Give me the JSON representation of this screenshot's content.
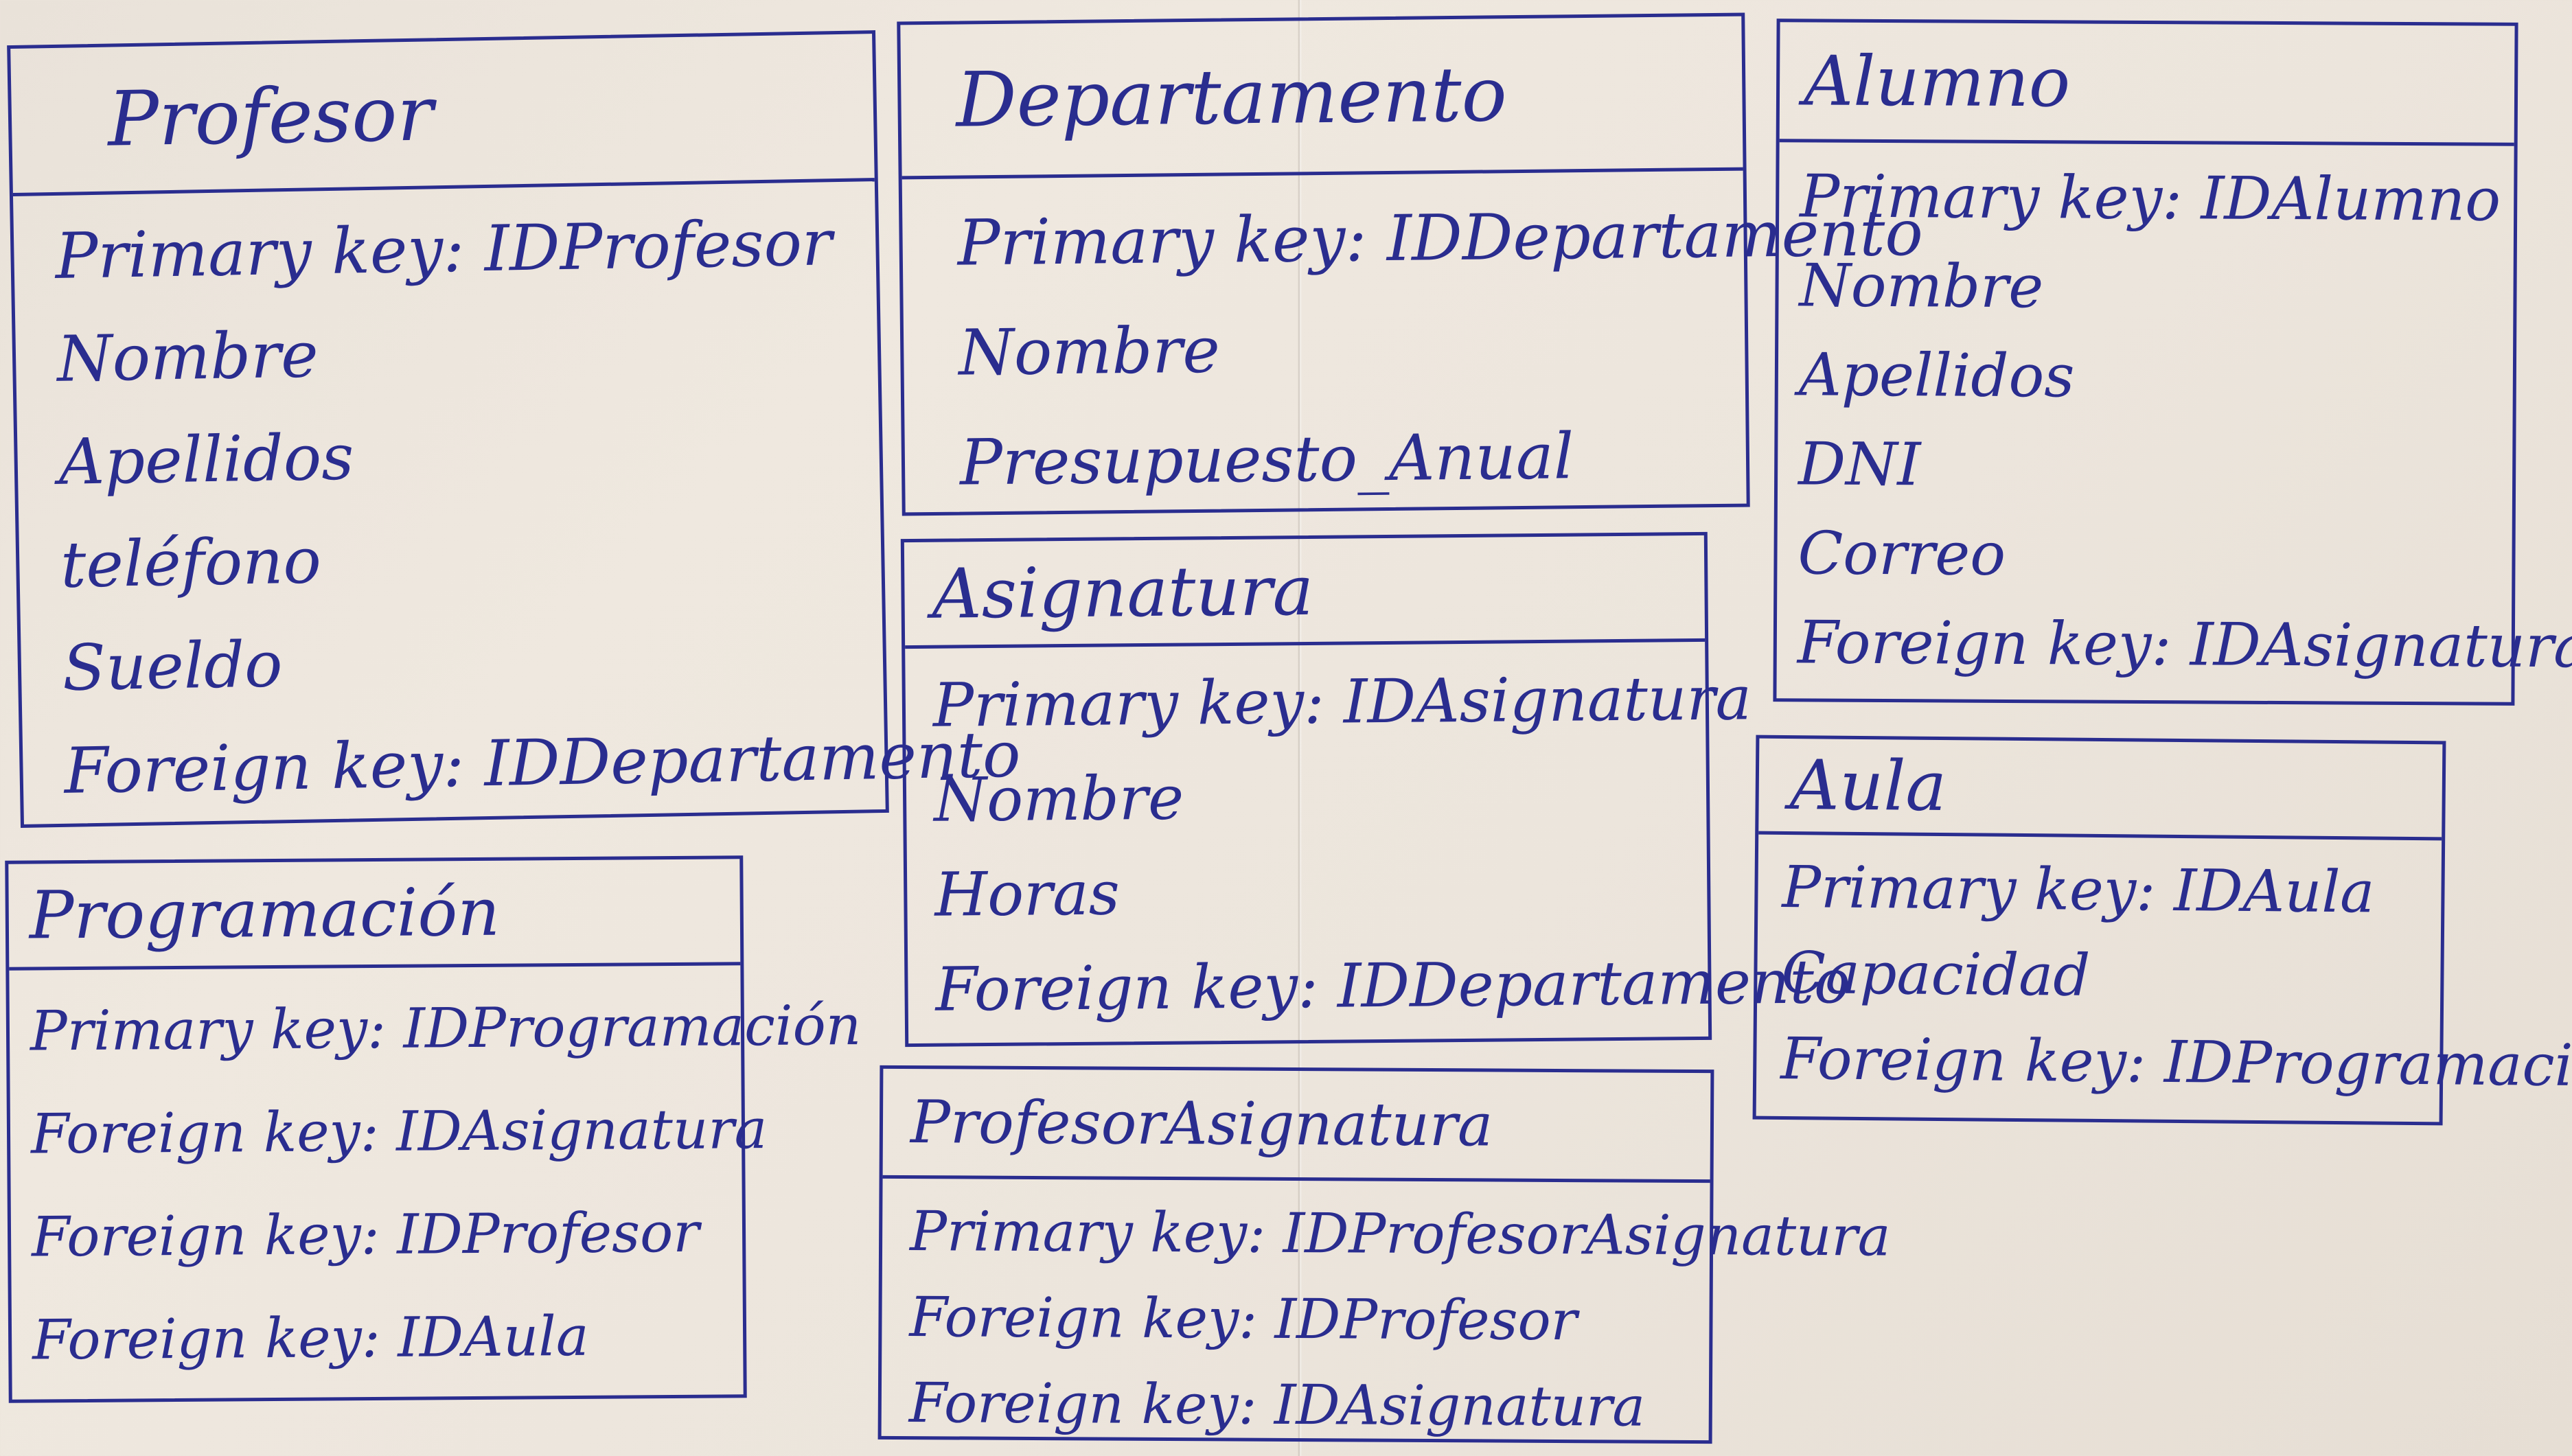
{
  "entities": {
    "profesor": {
      "name": "Profesor",
      "fields": [
        "Primary key: IDProfesor",
        "Nombre",
        "Apellidos",
        "teléfono",
        "Sueldo",
        "Foreign key: IDDepartamento"
      ]
    },
    "departamento": {
      "name": "Departamento",
      "fields": [
        "Primary key: IDDepartamento",
        "Nombre",
        "Presupuesto_Anual"
      ]
    },
    "alumno": {
      "name": "Alumno",
      "fields": [
        "Primary key: IDAlumno",
        "Nombre",
        "Apellidos",
        "DNI",
        "Correo",
        "Foreign key: IDAsignatura"
      ]
    },
    "asignatura": {
      "name": "Asignatura",
      "fields": [
        "Primary key: IDAsignatura",
        "Nombre",
        "Horas",
        "Foreign key: IDDepartamento"
      ]
    },
    "aula": {
      "name": "Aula",
      "fields": [
        "Primary key: IDAula",
        "Capacidad",
        "Foreign key: IDProgramación"
      ]
    },
    "programacion": {
      "name": "Programación",
      "fields": [
        "Primary key: IDProgramación",
        "Foreign key: IDAsignatura",
        "Foreign key: IDProfesor",
        "Foreign key: IDAula"
      ]
    },
    "profesorasignatura": {
      "name": "ProfesorAsignatura",
      "fields": [
        "Primary key: IDProfesorAsignatura",
        "Foreign key: IDProfesor",
        "Foreign key: IDAsignatura"
      ]
    }
  }
}
